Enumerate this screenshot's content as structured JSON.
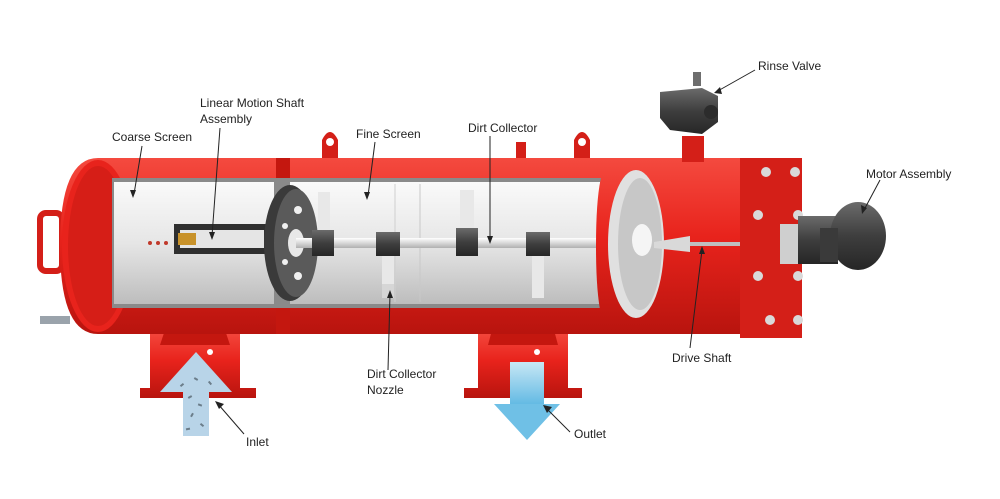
{
  "colors": {
    "vessel_red": "#e8231c",
    "vessel_dark_red": "#b5140f",
    "screen_silver": "#d9d9d9",
    "component_dark": "#4a4a4a",
    "inlet_arrow": "#b8d4e8",
    "outlet_arrow": "#7cc4e6"
  },
  "labels": {
    "linear_motion_line1": "Linear Motion Shaft",
    "linear_motion_line2": "Assembly",
    "coarse_screen": "Coarse Screen",
    "fine_screen": "Fine Screen",
    "dirt_collector": "Dirt Collector",
    "rinse_valve": "Rinse Valve",
    "motor_assembly": "Motor Assembly",
    "drive_shaft": "Drive Shaft",
    "nozzle_line1": "Dirt Collector",
    "nozzle_line2": "Nozzle",
    "inlet": "Inlet",
    "outlet": "Outlet"
  }
}
